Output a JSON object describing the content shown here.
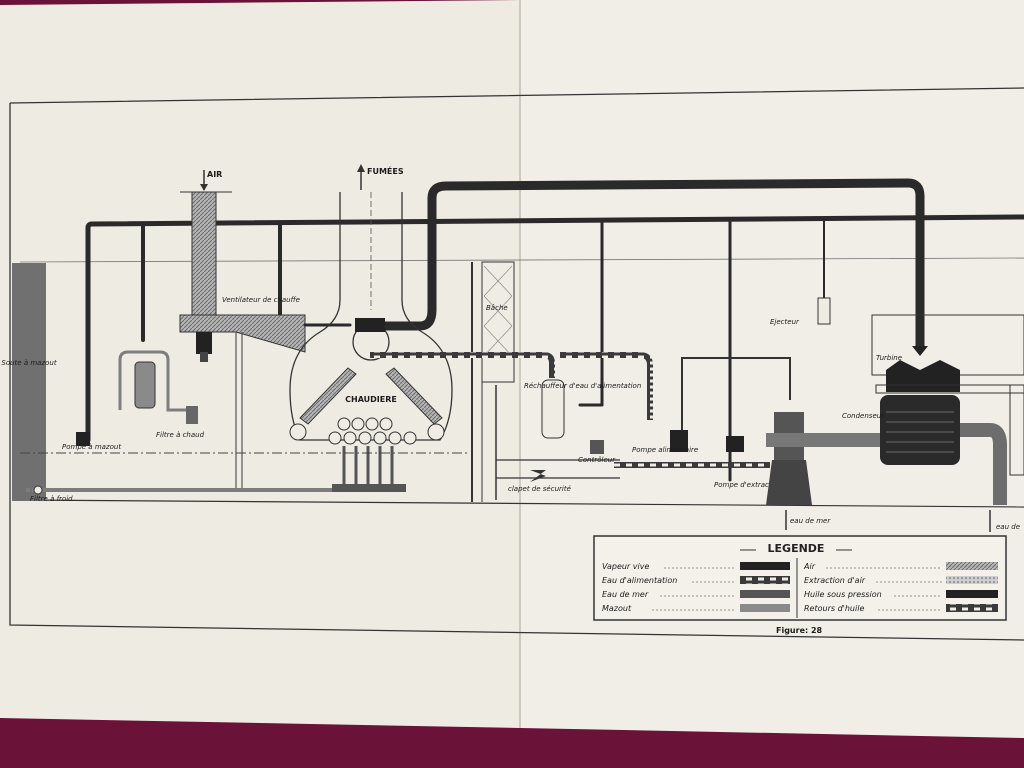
{
  "colors": {
    "background": "#6a1238",
    "paper": "#efece4",
    "ink": "#2a2a2a",
    "mazout": "#7d7d7d",
    "air": "#a8a8a8"
  },
  "labels": {
    "air": "AIR",
    "fumees": "FUMÉES",
    "ventilateur": "Ventilateur de chauffe",
    "chaudiere": "CHAUDIERE",
    "soute": "Soute à mazout",
    "pompe_mazout": "Pompe à mazout",
    "filtre_chaud": "Filtre à chaud",
    "filtre_froid": "Filtre à froid",
    "bache": "Bâche",
    "rechauffeur": "Réchauffeur d'eau d'alimentation",
    "clapet": "clapet de sécurité",
    "controleur": "Contrôleur",
    "pompe_alimentaire": "Pompe alimentaire",
    "pompe_extraction": "Pompe d'extraction",
    "ejecteur": "Ejecteur",
    "turbine": "Turbine",
    "condenseur": "Condenseur",
    "eau_de_mer_1": "eau de mer",
    "eau_de_mer_2": "eau de"
  },
  "legend": {
    "title": "LEGENDE",
    "left": [
      {
        "label": "Vapeur vive",
        "pattern": "vapeur-vive"
      },
      {
        "label": "Eau d'alimentation",
        "pattern": "eau-alimentation"
      },
      {
        "label": "Eau de mer",
        "pattern": "eau-de-mer"
      },
      {
        "label": "Mazout",
        "pattern": "mazout"
      }
    ],
    "right": [
      {
        "label": "Air",
        "pattern": "air"
      },
      {
        "label": "Extraction d'air",
        "pattern": "extraction-air"
      },
      {
        "label": "Huile sous pression",
        "pattern": "huile-pression"
      },
      {
        "label": "Retours d'huile",
        "pattern": "retours-huile"
      }
    ]
  },
  "figure": "Figure: 28"
}
